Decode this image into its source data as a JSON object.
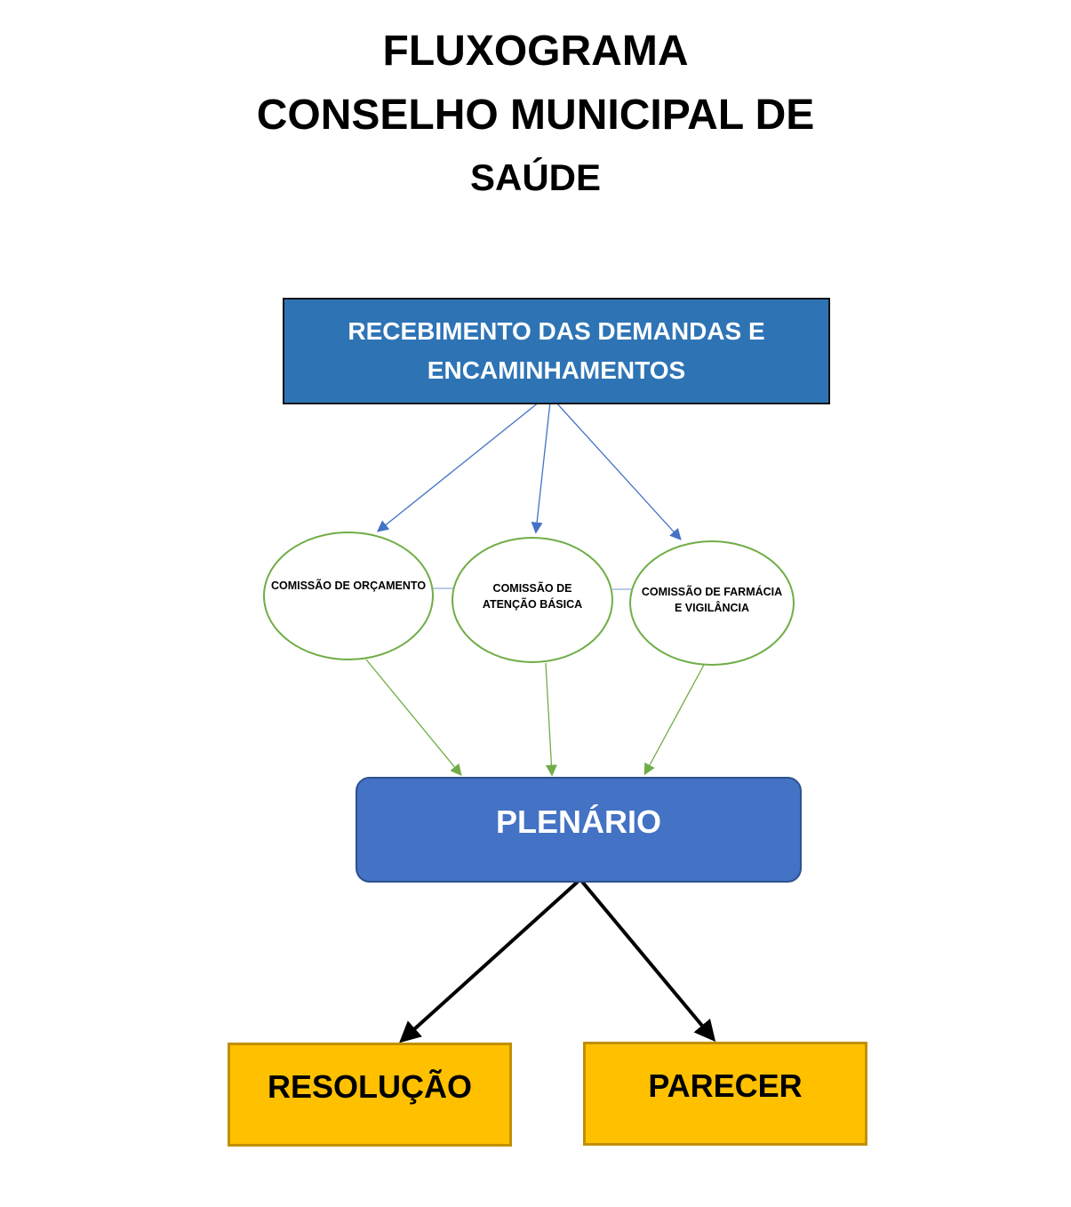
{
  "title": {
    "line1": "FLUXOGRAMA",
    "line2": "CONSELHO MUNICIPAL DE",
    "line3": "SAÚDE"
  },
  "top_box": {
    "line1": "RECEBIMENTO DAS DEMANDAS E",
    "line2": "ENCAMINHAMENTOS"
  },
  "committees": [
    {
      "line1": "COMISSÃO DE ORÇAMENTO",
      "line2": ""
    },
    {
      "line1": "COMISSÃO DE",
      "line2": "ATENÇÃO BÁSICA"
    },
    {
      "line1": "COMISSÃO DE FARMÁCIA",
      "line2": "E VIGILÂNCIA"
    }
  ],
  "plenary": "PLENÁRIO",
  "outcomes": [
    "RESOLUÇÃO",
    "PARECER"
  ],
  "colors": {
    "top_box": "#2e74b5",
    "plenary": "#4472c4",
    "outcome": "#ffc000",
    "ellipse_border": "#70ad47",
    "blue_arrow": "#4472c4",
    "green_arrow": "#70ad47"
  }
}
